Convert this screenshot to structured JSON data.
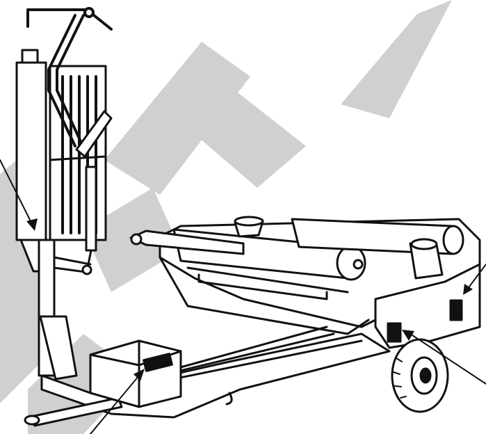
{
  "figure": {
    "background_color": "#ffffff",
    "line_color": "#111111",
    "watermark_color": "#d0d0d0",
    "components": [
      "tower-rack",
      "pivot-arm",
      "gas-strut",
      "tilting-table",
      "rollers",
      "control-box",
      "chassis-frame",
      "tow-hitch",
      "wheel",
      "hydraulic-cylinder"
    ],
    "callout_count": 4
  }
}
